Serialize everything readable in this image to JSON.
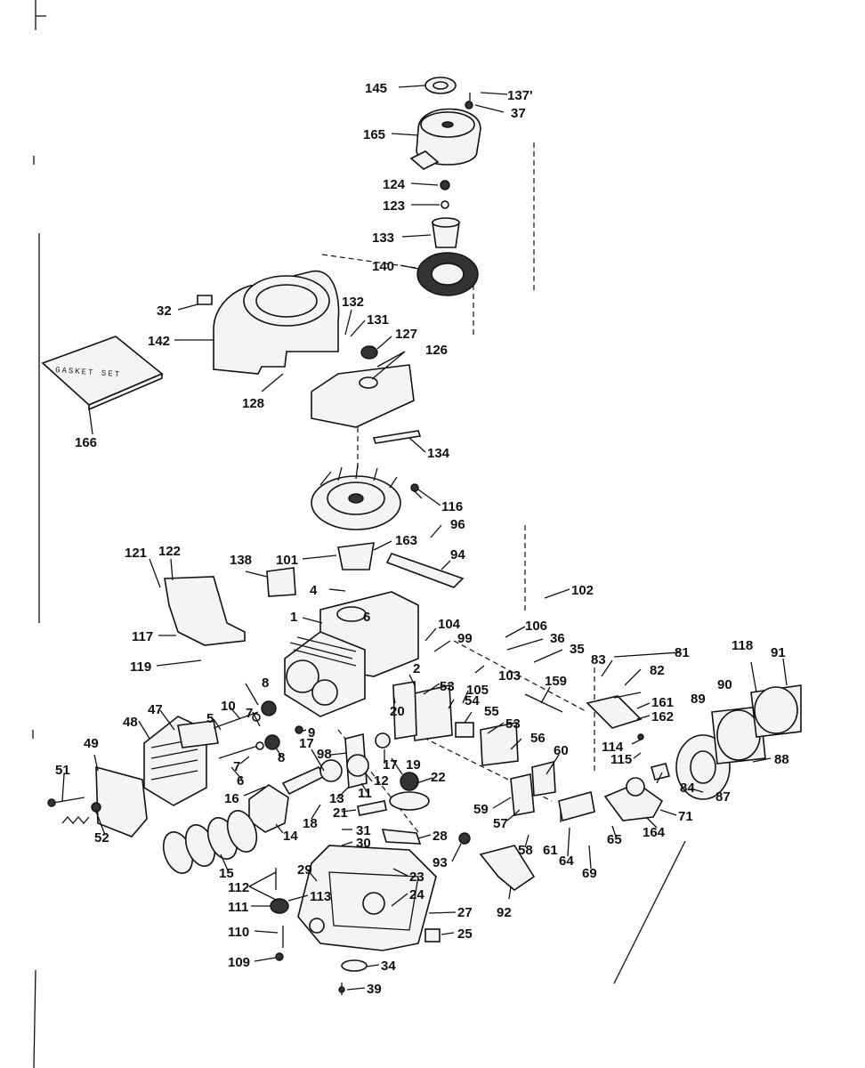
{
  "diagram": {
    "kit_label": "GASKET SET",
    "callouts": [
      {
        "id": "c145",
        "text": "145"
      },
      {
        "id": "c137",
        "text": "137'"
      },
      {
        "id": "c37",
        "text": "37"
      },
      {
        "id": "c165",
        "text": "165"
      },
      {
        "id": "c124",
        "text": "124"
      },
      {
        "id": "c123",
        "text": "123"
      },
      {
        "id": "c133",
        "text": "133"
      },
      {
        "id": "c140",
        "text": "140"
      },
      {
        "id": "c32",
        "text": "32"
      },
      {
        "id": "c132",
        "text": "132"
      },
      {
        "id": "c131",
        "text": "131"
      },
      {
        "id": "c127",
        "text": "127"
      },
      {
        "id": "c126",
        "text": "126"
      },
      {
        "id": "c142",
        "text": "142"
      },
      {
        "id": "c128",
        "text": "128"
      },
      {
        "id": "c166",
        "text": "166"
      },
      {
        "id": "c134",
        "text": "134"
      },
      {
        "id": "c116",
        "text": "116"
      },
      {
        "id": "c96",
        "text": "96"
      },
      {
        "id": "c163",
        "text": "163"
      },
      {
        "id": "c121",
        "text": "121"
      },
      {
        "id": "c122",
        "text": "122"
      },
      {
        "id": "c138",
        "text": "138"
      },
      {
        "id": "c101",
        "text": "101"
      },
      {
        "id": "c94",
        "text": "94"
      },
      {
        "id": "c102",
        "text": "102"
      },
      {
        "id": "c4",
        "text": "4"
      },
      {
        "id": "c1",
        "text": "1"
      },
      {
        "id": "c6",
        "text": "6"
      },
      {
        "id": "c104",
        "text": "104"
      },
      {
        "id": "c99",
        "text": "99"
      },
      {
        "id": "c106",
        "text": "106"
      },
      {
        "id": "c36",
        "text": "36"
      },
      {
        "id": "c35",
        "text": "35"
      },
      {
        "id": "c117",
        "text": "117"
      },
      {
        "id": "c119",
        "text": "119"
      },
      {
        "id": "c81",
        "text": "81"
      },
      {
        "id": "c118",
        "text": "118"
      },
      {
        "id": "c91",
        "text": "91"
      },
      {
        "id": "c83",
        "text": "83"
      },
      {
        "id": "c82",
        "text": "82"
      },
      {
        "id": "c2",
        "text": "2"
      },
      {
        "id": "c103",
        "text": "103"
      },
      {
        "id": "c159",
        "text": "159"
      },
      {
        "id": "c53a",
        "text": "53"
      },
      {
        "id": "c105",
        "text": "105"
      },
      {
        "id": "c89",
        "text": "89"
      },
      {
        "id": "c90",
        "text": "90"
      },
      {
        "id": "c161",
        "text": "161"
      },
      {
        "id": "c162",
        "text": "162"
      },
      {
        "id": "c8a",
        "text": "8"
      },
      {
        "id": "c10",
        "text": "10"
      },
      {
        "id": "c7a",
        "text": "7"
      },
      {
        "id": "c20",
        "text": "20"
      },
      {
        "id": "c54",
        "text": "54"
      },
      {
        "id": "c55",
        "text": "55"
      },
      {
        "id": "c53b",
        "text": "53"
      },
      {
        "id": "c47",
        "text": "47"
      },
      {
        "id": "c5",
        "text": "5"
      },
      {
        "id": "c48",
        "text": "48"
      },
      {
        "id": "c9",
        "text": "9"
      },
      {
        "id": "c56",
        "text": "56"
      },
      {
        "id": "c114",
        "text": "114"
      },
      {
        "id": "c60",
        "text": "60"
      },
      {
        "id": "c49",
        "text": "49"
      },
      {
        "id": "c17a",
        "text": "17"
      },
      {
        "id": "c98",
        "text": "98"
      },
      {
        "id": "c17b",
        "text": "17"
      },
      {
        "id": "c19",
        "text": "19"
      },
      {
        "id": "c115",
        "text": "115"
      },
      {
        "id": "c88",
        "text": "88"
      },
      {
        "id": "c7b",
        "text": "7"
      },
      {
        "id": "c8b",
        "text": "8"
      },
      {
        "id": "c6b",
        "text": "6"
      },
      {
        "id": "c12",
        "text": "12"
      },
      {
        "id": "c11",
        "text": "11"
      },
      {
        "id": "c22",
        "text": "22"
      },
      {
        "id": "c84",
        "text": "84"
      },
      {
        "id": "c51",
        "text": "51"
      },
      {
        "id": "c16",
        "text": "16"
      },
      {
        "id": "c13",
        "text": "13"
      },
      {
        "id": "c87",
        "text": "87"
      },
      {
        "id": "c59",
        "text": "59"
      },
      {
        "id": "c57",
        "text": "57"
      },
      {
        "id": "c21",
        "text": "21"
      },
      {
        "id": "c71",
        "text": "71"
      },
      {
        "id": "c18",
        "text": "18"
      },
      {
        "id": "c14",
        "text": "14"
      },
      {
        "id": "c31",
        "text": "31"
      },
      {
        "id": "c28",
        "text": "28"
      },
      {
        "id": "c164",
        "text": "164"
      },
      {
        "id": "c52",
        "text": "52"
      },
      {
        "id": "c30",
        "text": "30"
      },
      {
        "id": "c58",
        "text": "58"
      },
      {
        "id": "c61",
        "text": "61"
      },
      {
        "id": "c65",
        "text": "65"
      },
      {
        "id": "c15",
        "text": "15"
      },
      {
        "id": "c93",
        "text": "93"
      },
      {
        "id": "c64",
        "text": "64"
      },
      {
        "id": "c69",
        "text": "69"
      },
      {
        "id": "c29",
        "text": "29"
      },
      {
        "id": "c23",
        "text": "23"
      },
      {
        "id": "c112",
        "text": "112"
      },
      {
        "id": "c113",
        "text": "113"
      },
      {
        "id": "c24",
        "text": "24"
      },
      {
        "id": "c111",
        "text": "111"
      },
      {
        "id": "c27",
        "text": "27"
      },
      {
        "id": "c92",
        "text": "92"
      },
      {
        "id": "c110",
        "text": "110"
      },
      {
        "id": "c25",
        "text": "25"
      },
      {
        "id": "c109",
        "text": "109"
      },
      {
        "id": "c34",
        "text": "34"
      },
      {
        "id": "c39",
        "text": "39"
      }
    ]
  }
}
